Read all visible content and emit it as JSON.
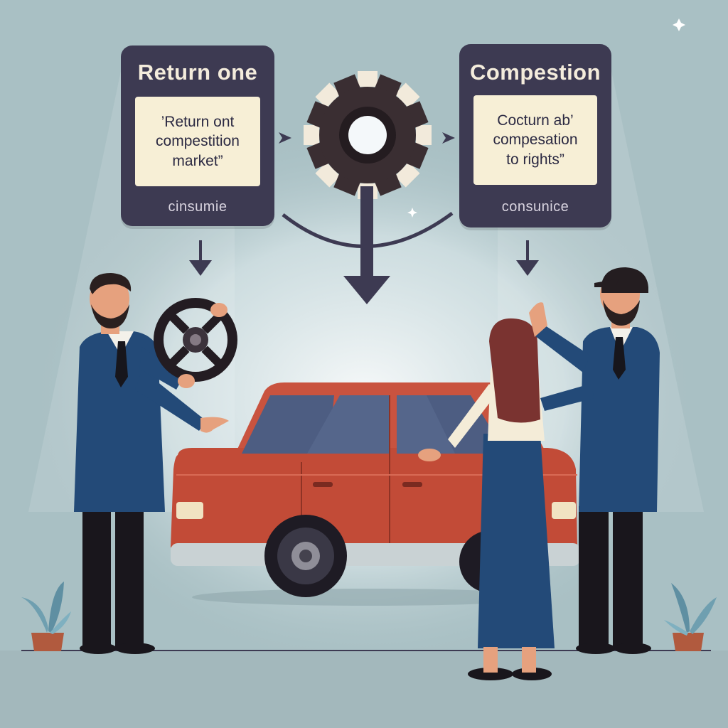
{
  "panels": {
    "left": {
      "title": "Return one",
      "note_line1": "’Return ont",
      "note_line2": "compestition",
      "note_line3": "market”",
      "footer": "cinsumie"
    },
    "right": {
      "title": "Compestion",
      "note_line1": "Cocturn ab’",
      "note_line2": "compesation",
      "note_line3": "to rights”",
      "footer": "consunice"
    }
  },
  "colors": {
    "background": "#a9c0c4",
    "panel": "#3d3a52",
    "note": "#f7efd6",
    "car_body": "#c9533f",
    "suit": "#234a78",
    "gear": "#3a2e32"
  },
  "icons": [
    "gear-icon",
    "steering-wheel-icon",
    "arrow-down-icon",
    "arrow-right-icon",
    "plant-icon"
  ]
}
